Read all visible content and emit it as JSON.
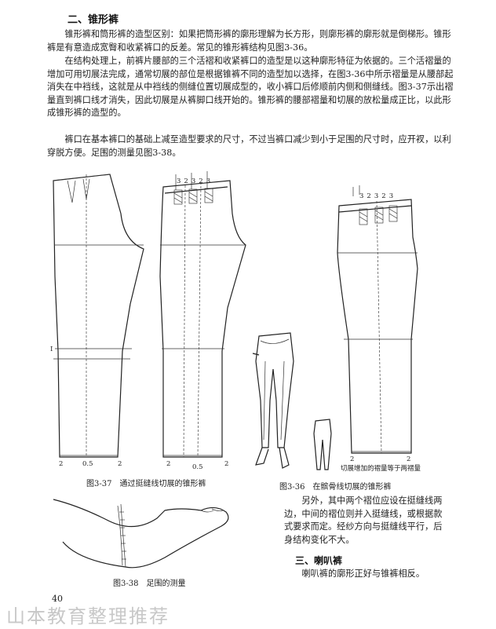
{
  "section2": {
    "heading": "二、锥形裤",
    "paragraphs": [
      "锥形裤和筒形裤的造型区别：如果把筒形裤的廓形理解为长方形，则廓形裤的廓形就是倒梯形。锥形裤是有意造成宽臀和收紧裤口的反差。常见的锥形裤结构见图3-36。",
      "在结构处理上，前裤片腰部的三个活褶和收紧裤口的造型是以这种廓形特征为依据的。三个活褶量的增加可用切展法完成，通常切展的部位是根据锥裤不同的造型加以选择，在图3-36中所示褶量是从腰部起消失在中裆线，这就是从中裆线的侧缝位置切展成型的，收小裤口后修顺前内侧和侧缝线。图3-37示出褶量直到裤口线才消失，因此切展是从裤脚口线开始的。锥形裤的腰部褶量和切展的放松量成正比，以此形成锥形裤的造型的。",
      "裤口在基本裤口的基础上减至造型要求的尺寸，不过当裤口减少到小于足围的尺寸时，应开衩，以利穿脱方便。足围的测量见图3-38。"
    ]
  },
  "figure_labels": {
    "fig37_num": "图3-37",
    "fig37_caption": "通过挺缝线切展的锥形裤",
    "fig36_num": "图3-36",
    "fig36_caption": "在髌骨线切展的锥形裤",
    "fig38_num": "图3-38",
    "fig38_caption": "足围的测量",
    "cut_note": "切展增加的褶量等于两褶量",
    "pleat_marks": [
      "3",
      "2",
      "3",
      "2",
      "3"
    ],
    "hem_left": "2",
    "hem_mid": "0.5",
    "hem_right": "2",
    "knee_mark": "I"
  },
  "right_column": {
    "paragraph": "另外，其中两个褶位应设在挺缝线两边，中间的褶位则并入挺缝线，或根据款式要求而定。经纱方向与挺缝线平行，后身结构变化不大。"
  },
  "section3": {
    "heading": "三、喇叭裤",
    "paragraph": "喇叭裤的廓形正好与锥裤相反。"
  },
  "page_number": "40",
  "watermark": "山本教育整理推荐"
}
